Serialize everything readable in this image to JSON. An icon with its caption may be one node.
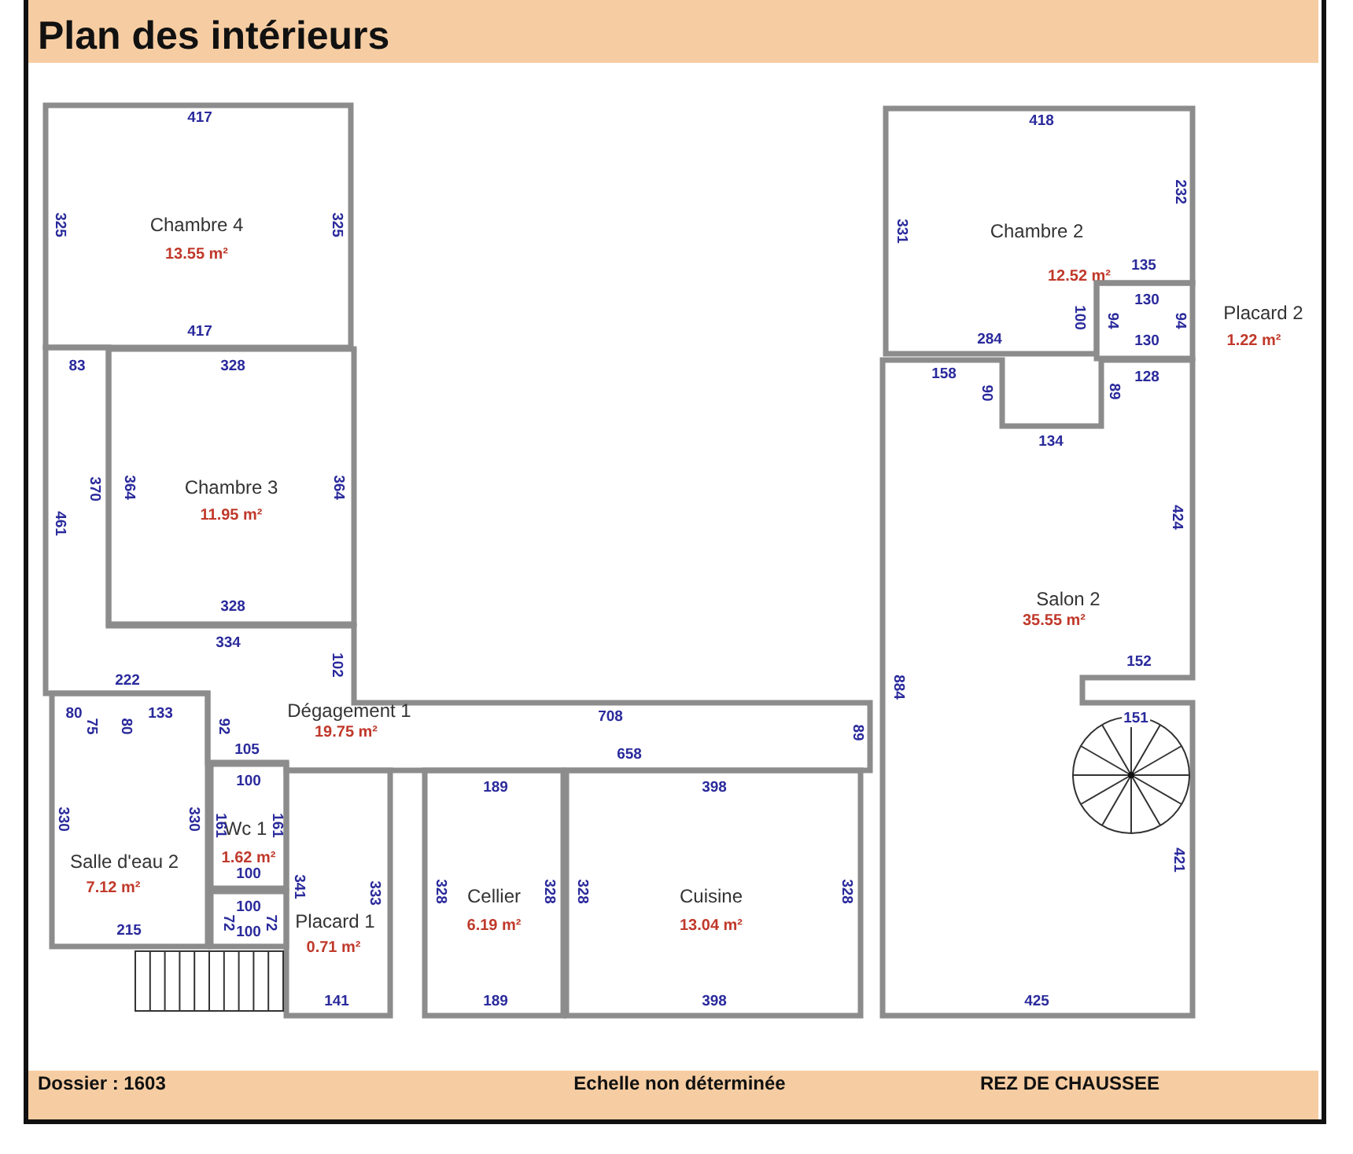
{
  "diagram": {
    "title": "Plan des intérieurs",
    "nodes": [
      {
        "text": [
          "Chambre 4",
          "13.55 m²"
        ]
      },
      {
        "text": [
          "Chambre 2",
          "12.52 m²"
        ]
      },
      {
        "text": [
          "Placard 2",
          "1.22 m²"
        ]
      },
      {
        "text": [
          "Chambre 3",
          "11.95 m²"
        ]
      },
      {
        "text": [
          "Salon 2",
          "35.55 m²"
        ]
      },
      {
        "text": [
          "Dégagement 1",
          "19.75 m²"
        ]
      },
      {
        "text": [
          "Salle d'eau 2",
          "7.12 m²"
        ]
      },
      {
        "text": [
          "Wc 1",
          "1.62 m²"
        ]
      },
      {
        "text": [],
        "shape": "box"
      },
      {
        "text": [
          "Placard 1",
          "0.71 m²"
        ]
      },
      {
        "text": [
          "Cellier",
          "6.19 m²"
        ]
      },
      {
        "text": [
          "Cuisine",
          "13.04 m²"
        ]
      }
    ],
    "labels": [
      "417",
      "418",
      "232",
      "325",
      "325",
      "331",
      "135",
      "130",
      "100",
      "94",
      "94",
      "417",
      "284",
      "130",
      "83",
      "328",
      "158",
      "128",
      "90",
      "89",
      "134",
      "461",
      "370",
      "364",
      "364",
      "424",
      "328",
      "334",
      "152",
      "102",
      "222",
      "884",
      "80",
      "133",
      "708",
      "151",
      "75",
      "80",
      "92",
      "89",
      "105",
      "658",
      "100",
      "189",
      "398",
      "330",
      "330",
      "161",
      "161",
      "421",
      "100",
      "341",
      "333",
      "328",
      "328",
      "328",
      "328",
      "100",
      "72",
      "72",
      "215",
      "100",
      "141",
      "189",
      "398",
      "425",
      "Dossier : 1603",
      "Echelle non déterminée",
      "REZ DE CHAUSSEE"
    ]
  }
}
